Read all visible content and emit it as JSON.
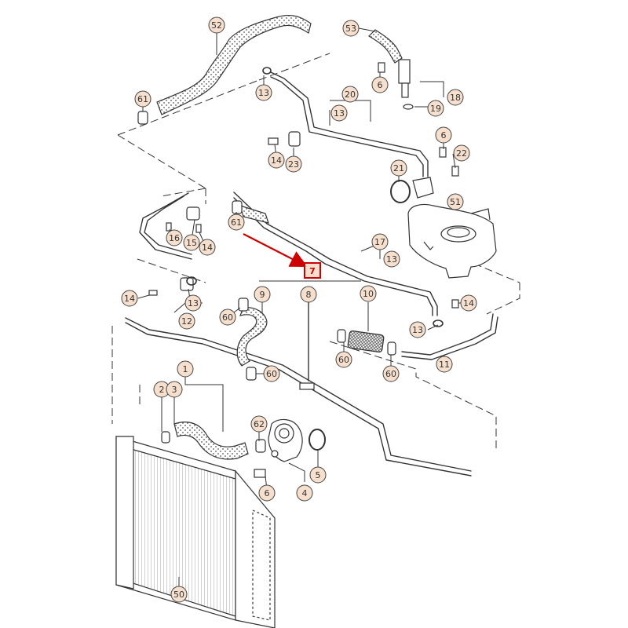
{
  "colors": {
    "line": "#333333",
    "callout_fill": "#f6dfcc",
    "callout_stroke": "#444444",
    "highlight": "#cc0000",
    "part_fill": "#ffffff",
    "hose_texture": "#555555"
  },
  "icons": {
    "pointer_arrow": "red-pointer-arrow-icon"
  },
  "highlighted_part": "7",
  "callouts": [
    {
      "id": "52",
      "label": "52"
    },
    {
      "id": "53",
      "label": "53"
    },
    {
      "id": "6a",
      "label": "6"
    },
    {
      "id": "18",
      "label": "18"
    },
    {
      "id": "19",
      "label": "19"
    },
    {
      "id": "61a",
      "label": "61"
    },
    {
      "id": "13a",
      "label": "13"
    },
    {
      "id": "20",
      "label": "20"
    },
    {
      "id": "13b",
      "label": "13"
    },
    {
      "id": "6b",
      "label": "6"
    },
    {
      "id": "22",
      "label": "22"
    },
    {
      "id": "14a",
      "label": "14"
    },
    {
      "id": "23",
      "label": "23"
    },
    {
      "id": "21",
      "label": "21"
    },
    {
      "id": "51",
      "label": "51"
    },
    {
      "id": "61b",
      "label": "61"
    },
    {
      "id": "16",
      "label": "16"
    },
    {
      "id": "15",
      "label": "15"
    },
    {
      "id": "14b",
      "label": "14"
    },
    {
      "id": "17",
      "label": "17"
    },
    {
      "id": "13c",
      "label": "13"
    },
    {
      "id": "7",
      "label": "7"
    },
    {
      "id": "14c",
      "label": "14"
    },
    {
      "id": "13d",
      "label": "13"
    },
    {
      "id": "12",
      "label": "12"
    },
    {
      "id": "9",
      "label": "9"
    },
    {
      "id": "8",
      "label": "8"
    },
    {
      "id": "10",
      "label": "10"
    },
    {
      "id": "60a",
      "label": "60"
    },
    {
      "id": "14d",
      "label": "14"
    },
    {
      "id": "13e",
      "label": "13"
    },
    {
      "id": "60b",
      "label": "60"
    },
    {
      "id": "60c",
      "label": "60"
    },
    {
      "id": "60d",
      "label": "60"
    },
    {
      "id": "11",
      "label": "11"
    },
    {
      "id": "1",
      "label": "1"
    },
    {
      "id": "2",
      "label": "2"
    },
    {
      "id": "3",
      "label": "3"
    },
    {
      "id": "62",
      "label": "62"
    },
    {
      "id": "5",
      "label": "5"
    },
    {
      "id": "6c",
      "label": "6"
    },
    {
      "id": "4",
      "label": "4"
    },
    {
      "id": "50",
      "label": "50"
    }
  ]
}
